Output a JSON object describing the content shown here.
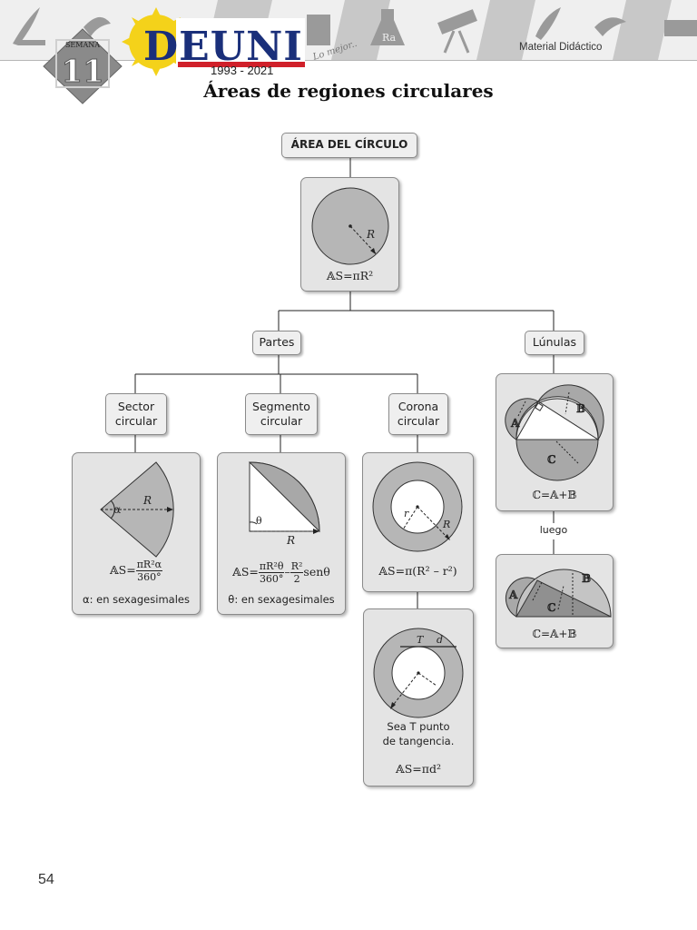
{
  "header": {
    "badge_label": "SEMANA",
    "week_number": "11",
    "logo_text": "DEUNI",
    "tagline": "Lo mejor...",
    "years": "1993 - 2021",
    "material": "Material Didáctico",
    "header_icon_chemistry": "Ra",
    "colors": {
      "logo_blue": "#1a2f7a",
      "logo_red": "#d0202a",
      "sun_yellow": "#f4d21a"
    }
  },
  "page_title": "Áreas de regiones circulares",
  "diagram": {
    "root": {
      "label": "ÁREA DEL CÍRCULO",
      "radius_label": "R",
      "formula": "𝔸S=πR²"
    },
    "partes": {
      "label": "Partes"
    },
    "lunulas": {
      "label": "Lúnulas",
      "region_a": "𝔸",
      "region_b": "𝔹",
      "region_c": "ℂ",
      "formula": "ℂ=𝔸+𝔹",
      "connector": "luego",
      "formula2": "ℂ=𝔸+𝔹"
    },
    "sector": {
      "label": "Sector\ncircular",
      "angle_label": "α",
      "radius_label": "R",
      "formula_lhs": "𝔸S=",
      "formula_num": "πR²α",
      "formula_den": "360°",
      "note": "α: en sexagesimales"
    },
    "segmento": {
      "label": "Segmento\ncircular",
      "angle_label": "θ",
      "radius_label": "R",
      "formula_lhs": "𝔸S=",
      "num1": "πR²θ",
      "den1": "360°",
      "minus": "–",
      "num2": "R²",
      "den2": "2",
      "tail": "senθ",
      "note": "θ: en sexagesimales"
    },
    "corona": {
      "label": "Corona\ncircular",
      "small_radius": "r",
      "big_radius": "R",
      "formula": "𝔸S=π(R² – r²)",
      "tangent_label": "T",
      "chord_label": "d",
      "note": "Sea T punto\nde tangencia.",
      "formula2": "𝔸S=πd²"
    }
  },
  "page_number": "54"
}
